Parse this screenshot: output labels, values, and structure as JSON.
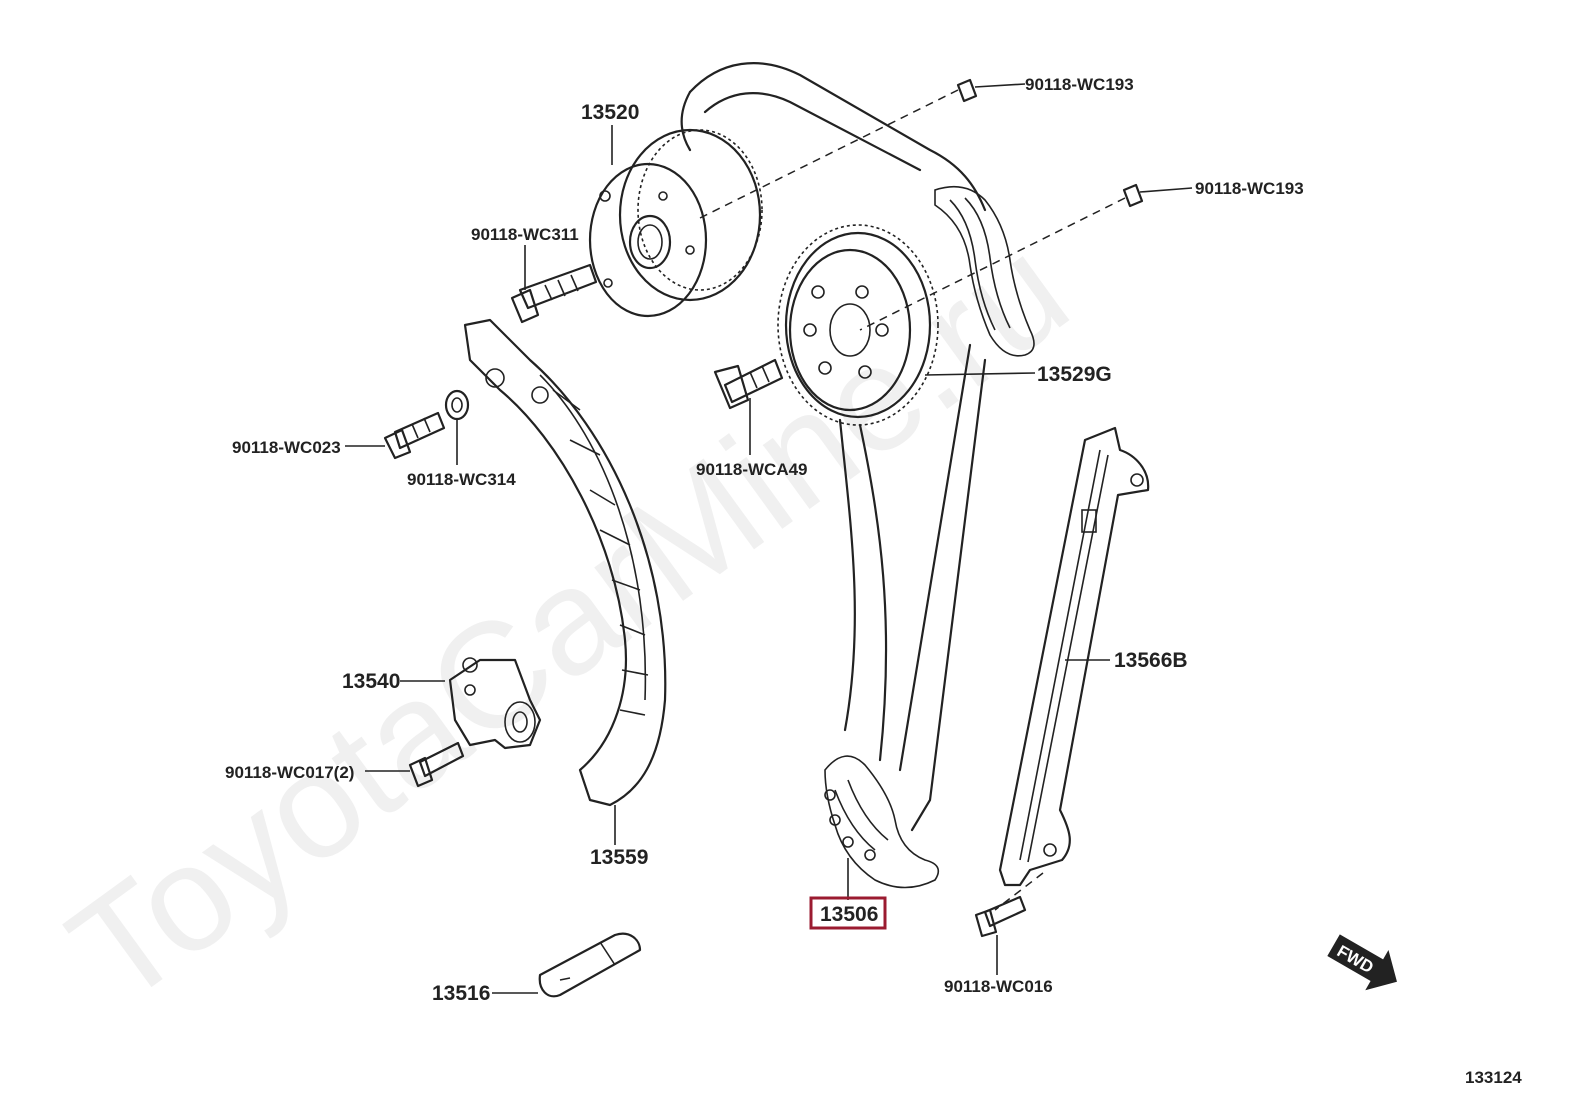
{
  "diagram": {
    "watermark": "ToyotaCarMine.ru",
    "figure_number": "133124",
    "fwd_label": "FWD",
    "highlight_color": "#9b1b30",
    "labels": {
      "p13520": "13520",
      "p90118_wc193_a": "90118-WC193",
      "p90118_wc193_b": "90118-WC193",
      "p90118_wc311": "90118-WC311",
      "p13529g": "13529G",
      "p90118_wc023": "90118-WC023",
      "p90118_wc314": "90118-WC314",
      "p90118_wca49": "90118-WCA49",
      "p13566b": "13566B",
      "p13540": "13540",
      "p90118_wc017": "90118-WC017(2)",
      "p13559": "13559",
      "p13506": "13506",
      "p13516": "13516",
      "p90118_wc016": "90118-WC016"
    }
  }
}
